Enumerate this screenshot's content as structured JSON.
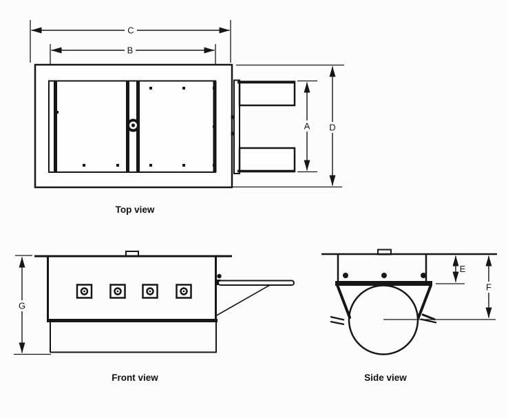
{
  "colors": {
    "background": "#fcfcfc",
    "line": "#161616"
  },
  "views": {
    "top": {
      "label": "Top view",
      "dims": {
        "a": "A",
        "b": "B",
        "c": "C",
        "d": "D"
      }
    },
    "front": {
      "label": "Front view",
      "dims": {
        "g": "G"
      }
    },
    "side": {
      "label": "Side view",
      "dims": {
        "e": "E",
        "f": "F"
      }
    }
  }
}
